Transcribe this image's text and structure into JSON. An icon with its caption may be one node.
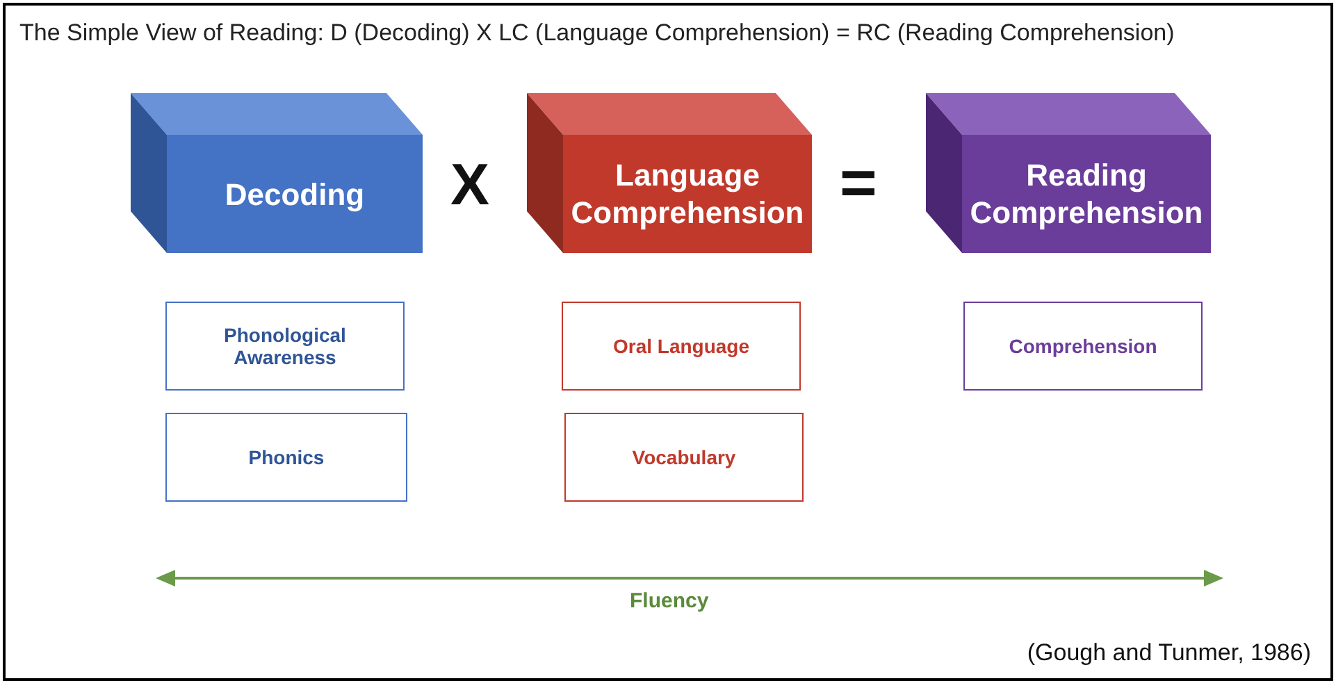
{
  "diagram": {
    "title": "The Simple View of Reading: D (Decoding) X LC (Language Comprehension) = RC (Reading Comprehension)",
    "caption": "(Gough and Tunmer, 1986)",
    "nodes": [
      {
        "text": [
          "Decoding"
        ]
      },
      {
        "text": [
          "Language Comprehension"
        ]
      },
      {
        "text": [
          "Reading Comprehension"
        ]
      },
      {
        "text": [
          "Phonological Awareness"
        ]
      },
      {
        "text": [
          "Phonics"
        ]
      },
      {
        "text": [
          "Oral Language"
        ]
      },
      {
        "text": [
          "Vocabulary"
        ]
      },
      {
        "text": [
          "Comprehension"
        ]
      }
    ],
    "labels": [
      "X",
      "=",
      "Fluency"
    ]
  }
}
